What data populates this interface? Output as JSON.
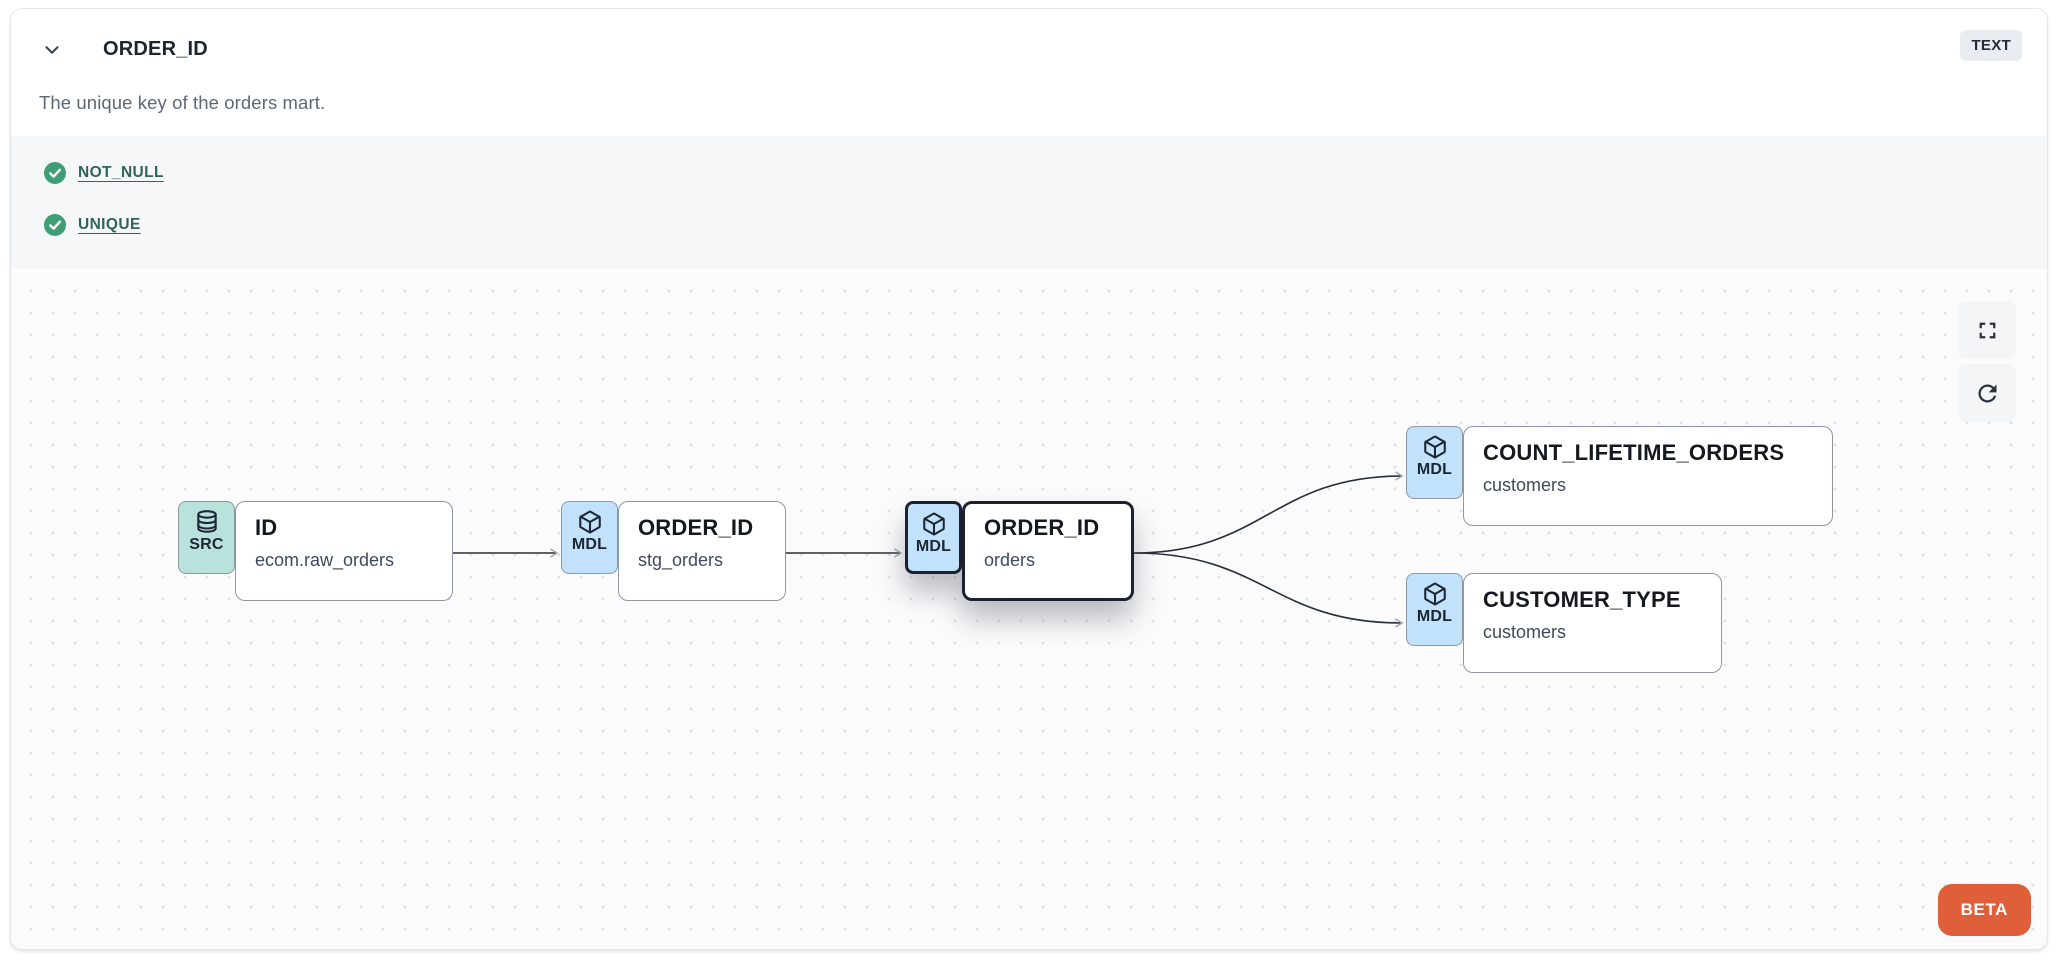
{
  "header": {
    "title": "ORDER_ID",
    "description": "The unique key of the orders mart.",
    "type_badge": "TEXT"
  },
  "tests": [
    {
      "label": "NOT_NULL",
      "status": "pass"
    },
    {
      "label": "UNIQUE",
      "status": "pass"
    }
  ],
  "lineage": {
    "nodes": [
      {
        "badge": "SRC",
        "icon": "database-icon",
        "title": "ID",
        "subtitle": "ecom.raw_orders",
        "selected": false
      },
      {
        "badge": "MDL",
        "icon": "cube-icon",
        "title": "ORDER_ID",
        "subtitle": "stg_orders",
        "selected": false
      },
      {
        "badge": "MDL",
        "icon": "cube-icon",
        "title": "ORDER_ID",
        "subtitle": "orders",
        "selected": true
      },
      {
        "badge": "MDL",
        "icon": "cube-icon",
        "title": "COUNT_LIFETIME_ORDERS",
        "subtitle": "customers",
        "selected": false
      },
      {
        "badge": "MDL",
        "icon": "cube-icon",
        "title": "CUSTOMER_TYPE",
        "subtitle": "customers",
        "selected": false
      }
    ],
    "beta_label": "BETA"
  },
  "colors": {
    "accent_orange": "#DF5F3B",
    "test_pass_green": "#3F9E74",
    "test_link_teal": "#31635A",
    "badge_src_teal": "#B9E2DC",
    "badge_mdl_blue": "#C1E2FA",
    "selected_border": "#1B2130",
    "edge_line": "#272E39",
    "node_border": "#8F97A5"
  }
}
